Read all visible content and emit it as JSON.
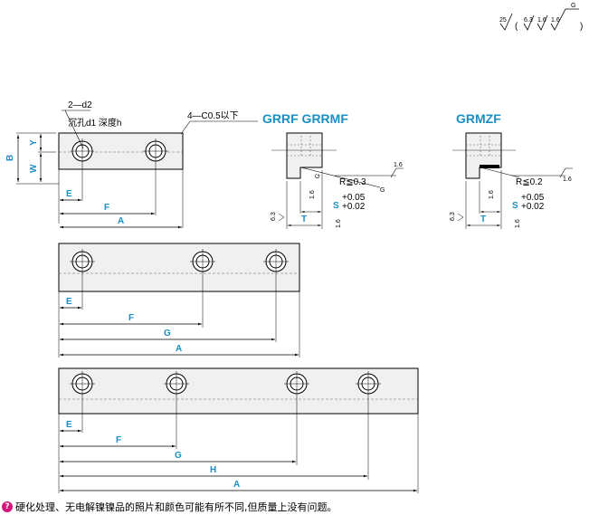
{
  "surface_roughness": {
    "main": "25",
    "paren_values": [
      "6.3",
      "1.6",
      "1.6"
    ],
    "grind_mark": "G"
  },
  "top_view": {
    "hole_label": "2—d2",
    "counterbore_label": "沉孔d1  深度h",
    "chamfer_label": "4—C0.5以下",
    "dim_B": "B",
    "dim_Y": "Y",
    "dim_W": "W",
    "dim_E": "E",
    "dim_F": "F",
    "dim_A": "A"
  },
  "section_1": {
    "title": "GRRF  GRRMF",
    "radius": "R≦0.3",
    "tol_upper": "+0.05",
    "tol_lower": "+0.02",
    "dim_S": "S",
    "dim_T": "T",
    "rough_a": "1.6",
    "rough_b": "1.6",
    "rough_c": "1.6",
    "rough_d": "6.3",
    "grind_a": "G",
    "grind_b": "G"
  },
  "section_2": {
    "title": "GRMZF",
    "radius": "R≦0.2",
    "tol_upper": "+0.05",
    "tol_lower": "+0.02",
    "dim_S": "S",
    "dim_T": "T",
    "rough_a": "1.6",
    "rough_b": "1.6",
    "rough_c": "1.6",
    "rough_d": "6.3"
  },
  "three_hole_view": {
    "dim_E": "E",
    "dim_F": "F",
    "dim_G": "G",
    "dim_A": "A"
  },
  "four_hole_view": {
    "dim_E": "E",
    "dim_F": "F",
    "dim_G": "G",
    "dim_H": "H",
    "dim_A": "A"
  },
  "footer": {
    "note_icon": "warning-icon",
    "note_text": "硬化处理、无电解镍镍品的照片和颜色可能有所不同,但质量上没有问题。"
  },
  "colors": {
    "dimension_text": "#1b8fc4",
    "part_fill": "#f0f0f0",
    "note_icon_bg": "#d6167a"
  }
}
